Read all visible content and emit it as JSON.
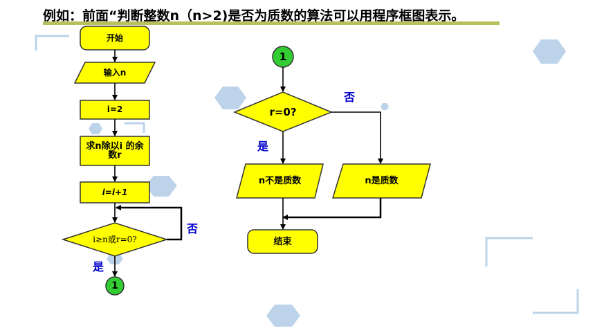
{
  "title": "例如：前面“判断整数n（n>2)是否为质数的算法可以用程序框图表示。",
  "colors": {
    "fill": "#ffff00",
    "stroke": "#333333",
    "connector": "#33cc33",
    "label": "#0000cc",
    "deco": "#bcd3ea"
  },
  "left_flow": {
    "start": "开始",
    "input": "输入n",
    "init": "i=2",
    "remainder": "求n除以i 的余数r",
    "increment": "i=i+1",
    "condition": "i≥n或r=0?",
    "no_label": "否",
    "yes_label": "是",
    "connector": "1"
  },
  "right_flow": {
    "connector": "1",
    "condition": "r=0?",
    "no_label": "否",
    "yes_label": "是",
    "not_prime": "n不是质数",
    "prime": "n是质数",
    "end": "结束"
  }
}
